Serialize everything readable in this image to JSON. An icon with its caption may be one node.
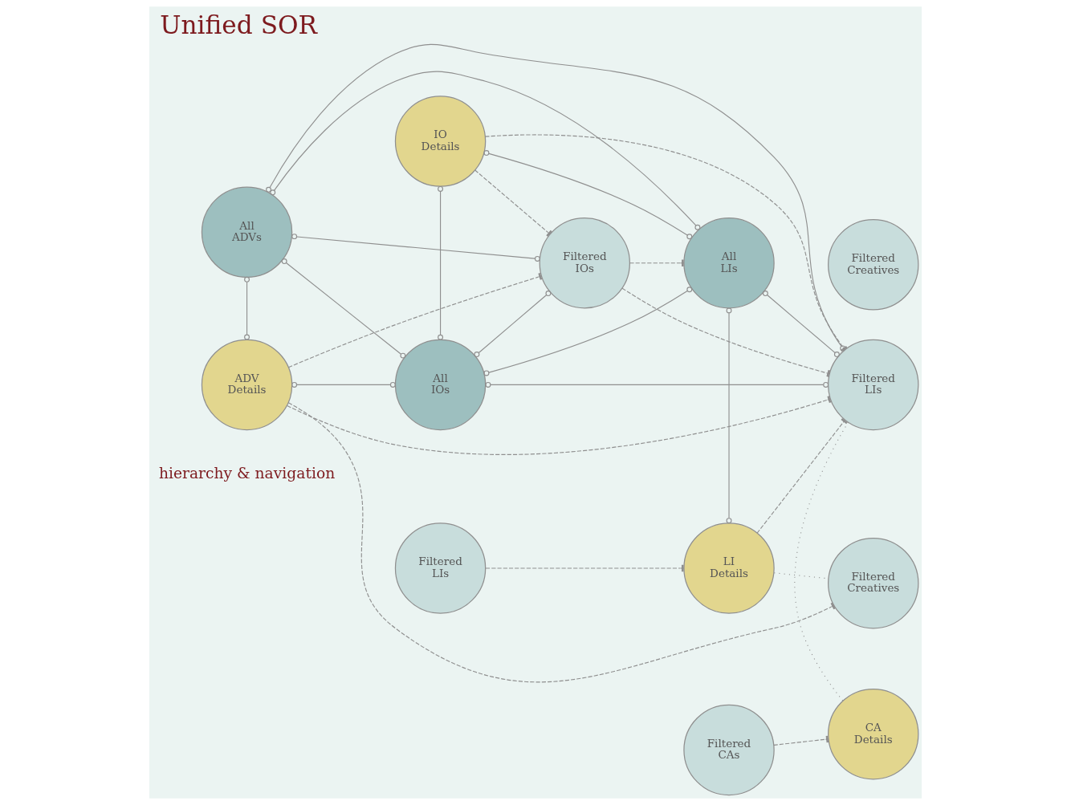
{
  "diagram": {
    "title": "Unified SOR",
    "nodes": [
      {
        "text": [
          "All ADVs"
        ]
      },
      {
        "text": [
          "ADV Details"
        ]
      },
      {
        "text": [
          "All IOs"
        ]
      },
      {
        "text": [
          "IO Details"
        ]
      },
      {
        "text": [
          "Filtered LIs"
        ]
      },
      {
        "text": [
          "Filtered IOs"
        ]
      },
      {
        "text": [
          "All LIs"
        ]
      },
      {
        "text": [
          "LI Details"
        ]
      },
      {
        "text": [
          "Filtered CAs"
        ]
      },
      {
        "text": [
          "Filtered LIs"
        ]
      },
      {
        "text": [
          "CA Details"
        ]
      },
      {
        "text": [
          "Filtered Creatives"
        ]
      },
      {
        "text": [
          "Filtered Creatives"
        ]
      }
    ],
    "edges": [
      {
        "from": 0,
        "to": 9,
        "arrow": "other"
      },
      {
        "from": 0,
        "to": 6,
        "arrow": "other"
      },
      {
        "from": 0,
        "to": 5,
        "arrow": "other"
      },
      {
        "from": 0,
        "to": 2,
        "arrow": "other"
      },
      {
        "from": 0,
        "to": 1,
        "arrow": "other"
      },
      {
        "from": 1,
        "to": 2,
        "arrow": "other"
      },
      {
        "from": 1,
        "to": 5,
        "arrow": "other",
        "style": "dashed"
      },
      {
        "from": 1,
        "to": 9,
        "arrow": "other",
        "style": "dashed"
      },
      {
        "from": 1,
        "to": 12,
        "arrow": "other",
        "style": "dashed"
      },
      {
        "from": 2,
        "to": 9,
        "arrow": "other"
      },
      {
        "from": 2,
        "to": 6,
        "arrow": "other"
      },
      {
        "from": 2,
        "to": 5,
        "arrow": "other"
      },
      {
        "from": 2,
        "to": 3,
        "arrow": "other"
      },
      {
        "from": 3,
        "to": 5,
        "arrow": "other",
        "style": "dashed"
      },
      {
        "from": 3,
        "to": 6,
        "arrow": "other"
      },
      {
        "from": 3,
        "to": 9,
        "arrow": "other",
        "style": "dashed"
      },
      {
        "from": 5,
        "to": 9,
        "arrow": "other",
        "style": "dashed"
      },
      {
        "from": 5,
        "to": 6,
        "arrow": "other",
        "style": "dashed"
      },
      {
        "from": 6,
        "to": 9,
        "arrow": "other"
      },
      {
        "from": 6,
        "to": 7,
        "arrow": "other"
      },
      {
        "from": 4,
        "to": 7,
        "arrow": "other",
        "style": "dashed"
      },
      {
        "from": 7,
        "to": 9,
        "arrow": "other",
        "style": "dashed"
      },
      {
        "from": 7,
        "to": 12,
        "arrow": "none",
        "style": "dashed"
      },
      {
        "from": 9,
        "to": 10,
        "arrow": "none",
        "style": "dashed"
      },
      {
        "from": 8,
        "to": 10,
        "arrow": "other",
        "style": "dashed"
      }
    ],
    "labels": [
      "hierarchy & navigation"
    ]
  }
}
